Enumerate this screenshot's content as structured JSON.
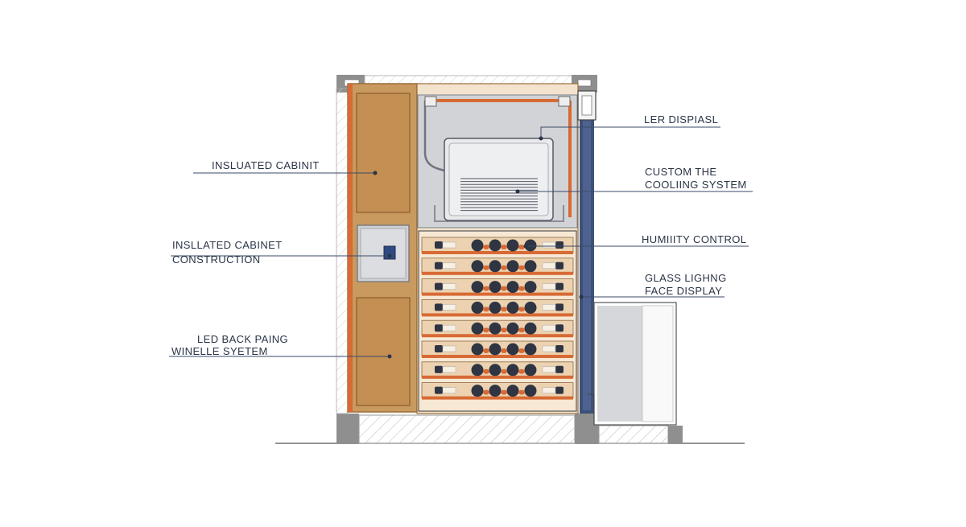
{
  "labels": {
    "insulated_cabinet": "INSLUATED CABINIT",
    "cabinet_construction_line1": "INSLLATED CABINET",
    "cabinet_construction_line2": "CONSTRUCTION",
    "led_back_line1": "LED BACK PAING",
    "led_back_line2": "WINELLE SYETEM",
    "led_display": "LER DISPIASL",
    "cooling_line1": "CUSTOM THE",
    "cooling_line2": "COOLIING SYSTEM",
    "humidity": "HUMIIITY CONTROL",
    "glass_line1": "GLASS LIGHNG",
    "glass_line2": "FACE DISPLAY"
  },
  "rack": {
    "shelves": 8,
    "bottles_per_shelf": 4
  },
  "colors": {
    "wood": "#c99a5f",
    "wood_border": "#9a6e3a",
    "copper": "#d86a35",
    "steel_blue": "#3d5178",
    "bottle": "#2f3542",
    "grey_panel": "#d2d3d6",
    "floor_hatch": "#b5b5b5"
  }
}
